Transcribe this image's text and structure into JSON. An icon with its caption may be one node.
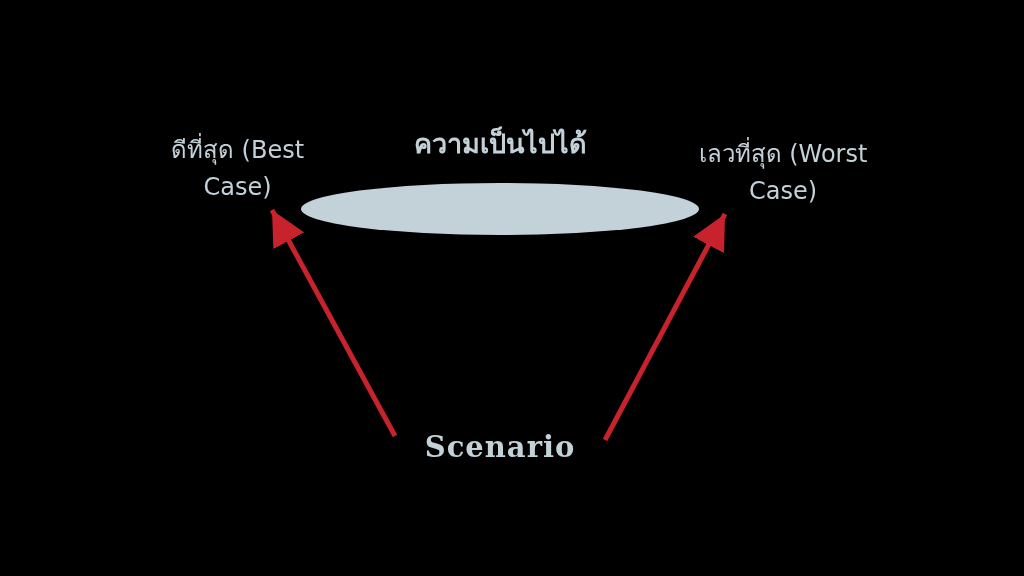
{
  "diagram": {
    "nodes": [
      {
        "text": [
          "ดีที่สุด (Best Case)"
        ]
      },
      {
        "text": [
          "ความเป็นไปได้"
        ]
      },
      {
        "text": [
          "เลวที่สุด (Worst Case)"
        ]
      },
      {
        "text": [
          "Scenario"
        ]
      }
    ],
    "edges": [
      {
        "from": 3,
        "to": 0,
        "arrow": "to"
      },
      {
        "from": 3,
        "to": 2,
        "arrow": "to"
      }
    ]
  }
}
